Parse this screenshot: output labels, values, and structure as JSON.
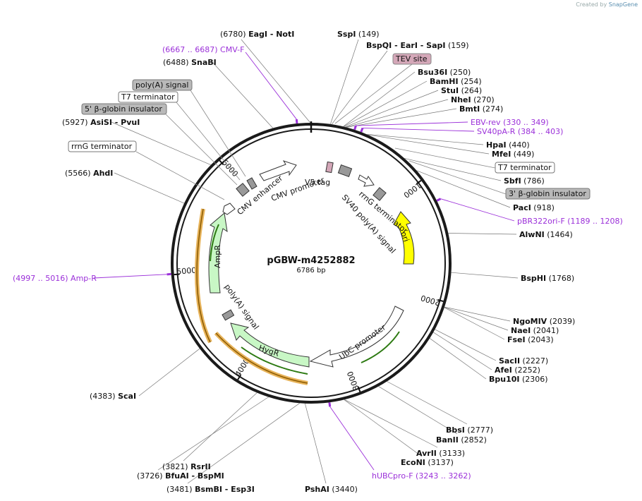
{
  "credit": {
    "prefix": "Created by",
    "brand": "SnapGene"
  },
  "plasmid": {
    "name": "pGBW-m4252882",
    "length": 6786,
    "size_label": "6786 bp"
  },
  "ticks": [
    {
      "bp": 1000,
      "label": "1000"
    },
    {
      "bp": 2000,
      "label": "2000"
    },
    {
      "bp": 3000,
      "label": "3000"
    },
    {
      "bp": 4000,
      "label": "4000"
    },
    {
      "bp": 5000,
      "label": "5000"
    },
    {
      "bp": 6000,
      "label": "6000"
    }
  ],
  "sites": [
    {
      "name": "EagI",
      "extra": "- NotI",
      "pos": "(6780)",
      "bp": 6780
    },
    {
      "name": "SspI",
      "pos": "(149)",
      "bp": 149
    },
    {
      "name": "BspQI",
      "extra": "- EarI  - SapI",
      "pos": "(159)",
      "bp": 159
    },
    {
      "name": "SnaBI",
      "pos": "(6488)",
      "bp": 6488
    },
    {
      "name": "Bsu36I",
      "pos": "(250)",
      "bp": 250
    },
    {
      "name": "BamHI",
      "pos": "(254)",
      "bp": 254
    },
    {
      "name": "StuI",
      "pos": "(264)",
      "bp": 264
    },
    {
      "name": "NheI",
      "pos": "(270)",
      "bp": 270
    },
    {
      "name": "BmtI",
      "pos": "(274)",
      "bp": 274
    },
    {
      "name": "AsiSI",
      "extra": "- PvuI",
      "pos": "(5927)",
      "bp": 5927
    },
    {
      "name": "HpaI",
      "pos": "(440)",
      "bp": 440
    },
    {
      "name": "MfeI",
      "pos": "(449)",
      "bp": 449
    },
    {
      "name": "AhdI",
      "pos": "(5566)",
      "bp": 5566
    },
    {
      "name": "SbfI",
      "pos": "(786)",
      "bp": 786
    },
    {
      "name": "PacI",
      "pos": "(918)",
      "bp": 918
    },
    {
      "name": "AlwNI",
      "pos": "(1464)",
      "bp": 1464
    },
    {
      "name": "BspHI",
      "pos": "(1768)",
      "bp": 1768
    },
    {
      "name": "NgoMIV",
      "pos": "(2039)",
      "bp": 2039
    },
    {
      "name": "NaeI",
      "pos": "(2041)",
      "bp": 2041
    },
    {
      "name": "FseI",
      "pos": "(2043)",
      "bp": 2043
    },
    {
      "name": "SacII",
      "pos": "(2227)",
      "bp": 2227
    },
    {
      "name": "AfeI",
      "pos": "(2252)",
      "bp": 2252
    },
    {
      "name": "Bpu10I",
      "pos": "(2306)",
      "bp": 2306
    },
    {
      "name": "ScaI",
      "pos": "(4383)",
      "bp": 4383
    },
    {
      "name": "BbsI",
      "pos": "(2777)",
      "bp": 2777
    },
    {
      "name": "BanII",
      "pos": "(2852)",
      "bp": 2852
    },
    {
      "name": "AvrII",
      "pos": "(3133)",
      "bp": 3133
    },
    {
      "name": "EcoNI",
      "pos": "(3137)",
      "bp": 3137
    },
    {
      "name": "RsrII",
      "pos": "(3821)",
      "bp": 3821
    },
    {
      "name": "BfuAI",
      "extra": "- BspMI",
      "pos": "(3726)",
      "bp": 3726
    },
    {
      "name": "BsmBI",
      "extra": "- Esp3I",
      "pos": "(3481)",
      "bp": 3481
    },
    {
      "name": "PshAI",
      "pos": "(3440)",
      "bp": 3440
    }
  ],
  "primers": [
    {
      "label": "(6667 .. 6687)  CMV-F",
      "bp": 6677
    },
    {
      "label": "EBV-rev   (330 .. 349)",
      "bp": 340
    },
    {
      "label": "SV40pA-R   (384 .. 403)",
      "bp": 393
    },
    {
      "label": "pBR322ori-F   (1189 .. 1208)",
      "bp": 1198
    },
    {
      "label": "(4997 .. 5016)  Amp-R",
      "bp": 5006
    },
    {
      "label": "hUBCpro-F   (3243 .. 3262)",
      "bp": 3252
    }
  ],
  "boxed_labels": [
    {
      "text": "TEV site",
      "style": "tev"
    },
    {
      "text": "poly(A) signal",
      "style": "gray"
    },
    {
      "text": "T7 terminator",
      "style": "white"
    },
    {
      "text": "5' β-globin insulator",
      "style": "gray"
    },
    {
      "text": "rrnG terminator",
      "style": "white"
    },
    {
      "text": "T7 terminator",
      "style": "white"
    },
    {
      "text": "3' β-globin insulator",
      "style": "gray"
    }
  ],
  "features": [
    {
      "name": "CMV enhancer"
    },
    {
      "name": "CMV promoter"
    },
    {
      "name": "V5 tag"
    },
    {
      "name": "rrnG terminator"
    },
    {
      "name": "SV40 poly(A) signal"
    },
    {
      "name": "ori"
    },
    {
      "name": "AmpR"
    },
    {
      "name": "poly(A) signal"
    },
    {
      "name": "HygR"
    },
    {
      "name": "UbC promoter"
    }
  ],
  "colors": {
    "backbone": "#1a1a1a",
    "ori": "#ffff00",
    "resistance": "#c8f7c5",
    "promoter": "#ffffff",
    "orf_arrow": "#e7b35a",
    "insulator": "#999999",
    "tev": "#d4a7b8",
    "primer": "#9b30d9"
  }
}
